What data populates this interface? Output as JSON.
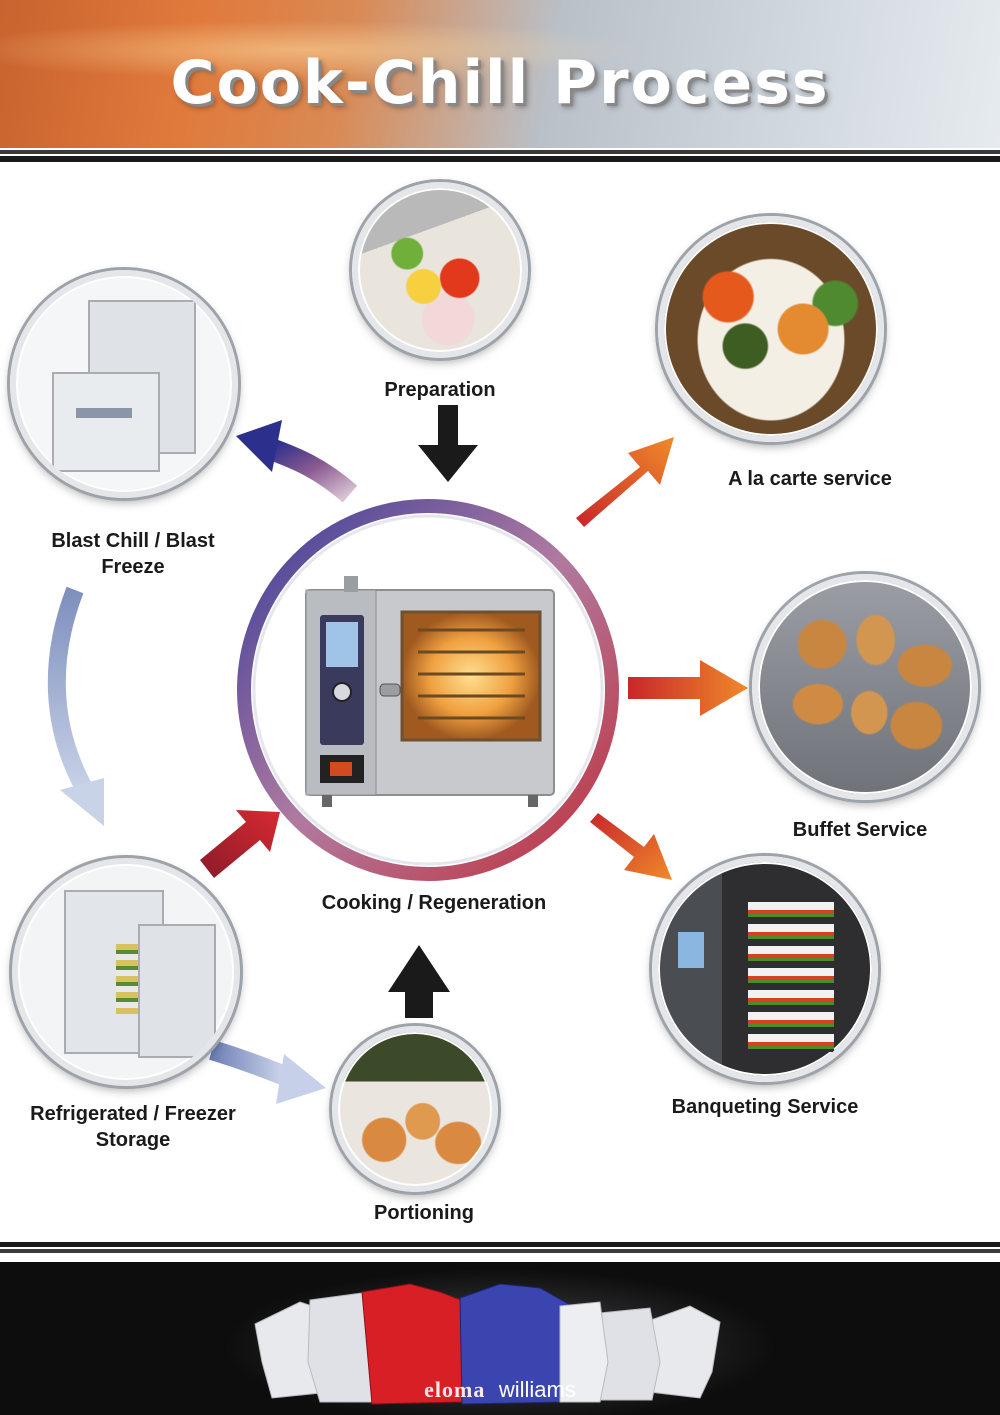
{
  "header": {
    "title": "Cook-Chill Process"
  },
  "nodes": {
    "preparation": "Preparation",
    "a_la_carte": "A la carte service",
    "blast_chill": "Blast Chill / Blast Freeze",
    "buffet": "Buffet Service",
    "cooking": "Cooking / Regeneration",
    "banqueting": "Banqueting Service",
    "storage": "Refrigerated / Freezer Storage",
    "portioning": "Portioning"
  },
  "footer": {
    "brand_left": "eloma",
    "brand_right": "williams"
  },
  "colors": {
    "header_orange": "#d9703a",
    "arrow_red": "#c8262a",
    "arrow_orange": "#f08a2a",
    "arrow_blue": "#3a3a9c",
    "arrow_lightblue": "#a8b6d6",
    "arrow_black": "#1a1a1a",
    "jacket_red": "#d81f26",
    "jacket_blue": "#3b45b0"
  }
}
